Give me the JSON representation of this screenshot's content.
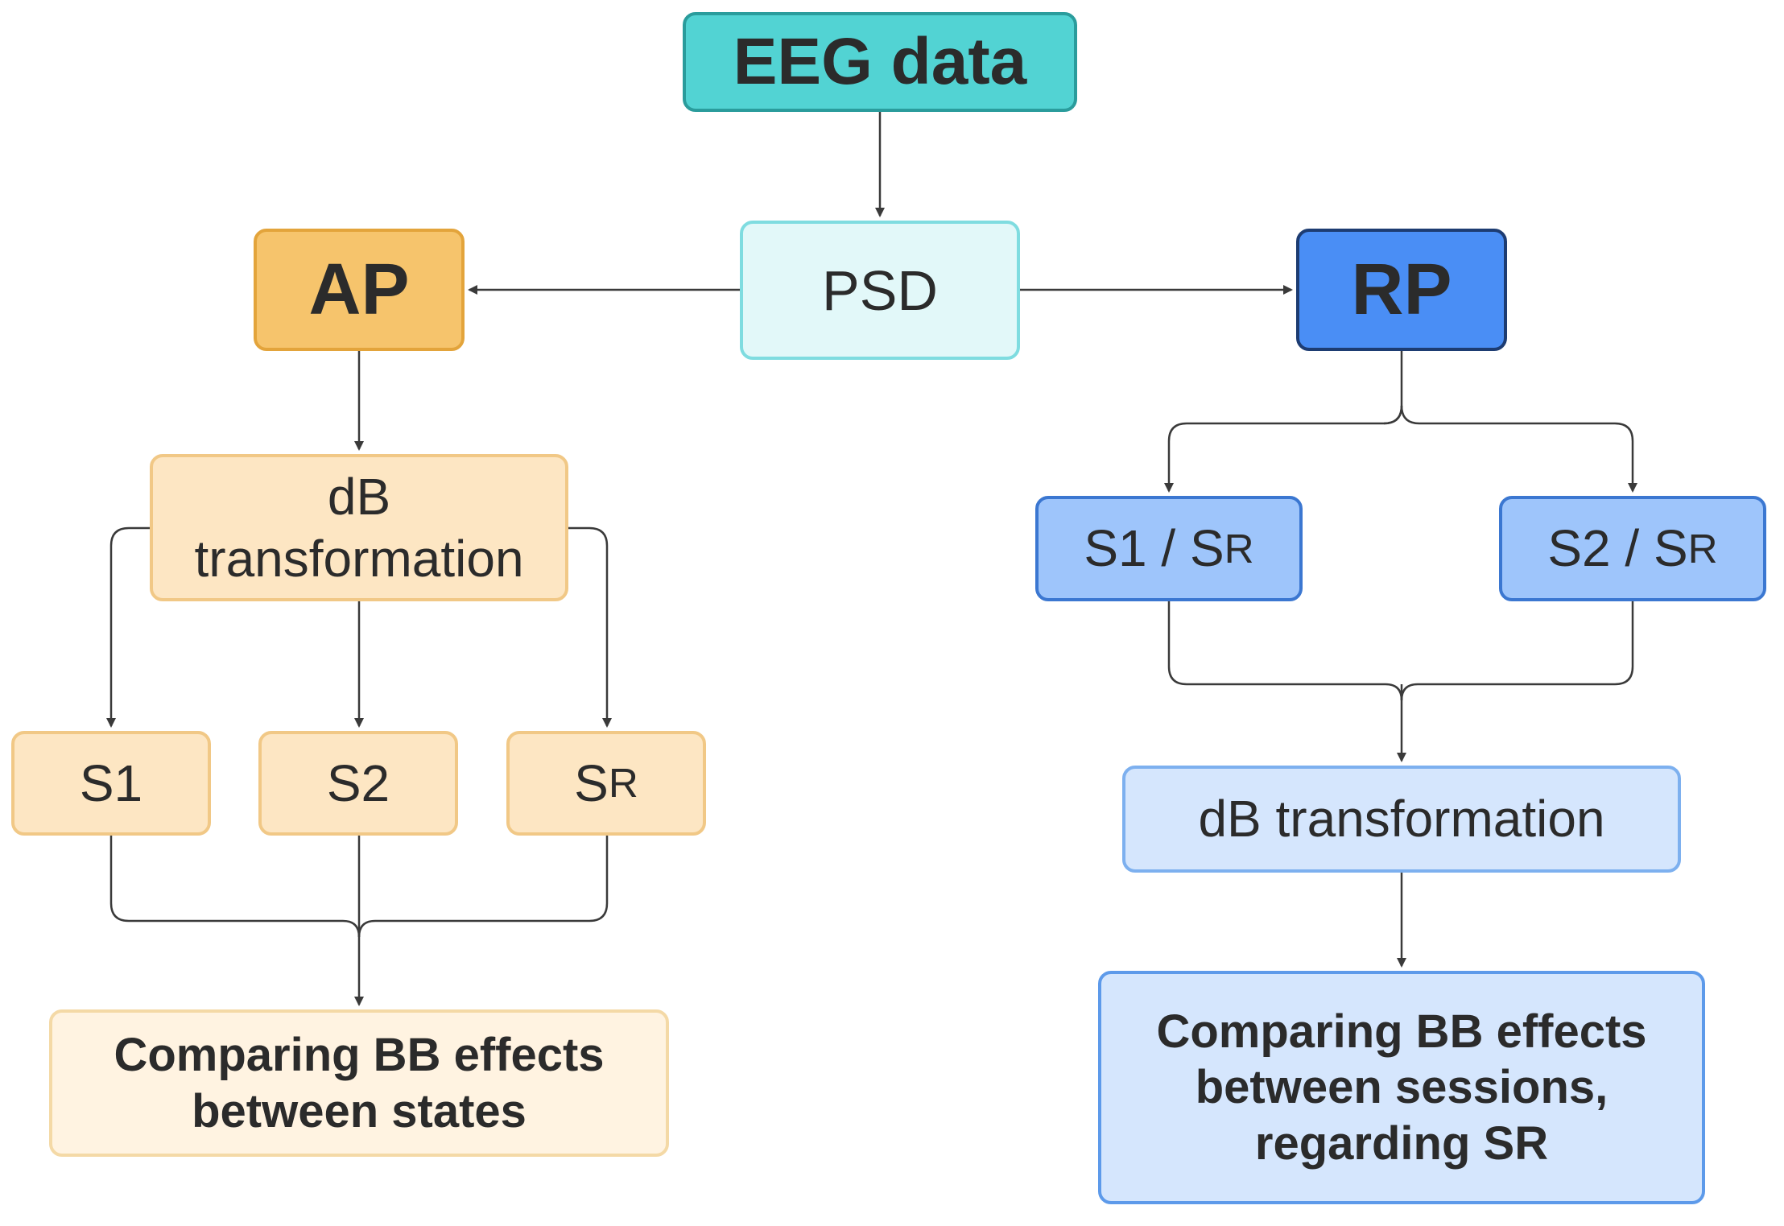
{
  "nodes": {
    "eeg": {
      "label": "EEG data"
    },
    "psd": {
      "label": "PSD"
    },
    "ap": {
      "label": "AP"
    },
    "rp": {
      "label": "RP"
    },
    "db_left": {
      "line1": "dB",
      "line2": "transformation"
    },
    "s1": {
      "label": "S1"
    },
    "s2": {
      "label": "S2"
    },
    "sr": {
      "label": "S",
      "sub": "R"
    },
    "compare_left": {
      "line1": "Comparing BB effects",
      "line2": "between states"
    },
    "s1_sr": {
      "label": "S1 / S",
      "sub": "R"
    },
    "s2_sr": {
      "label": "S2 / S",
      "sub": "R"
    },
    "db_right": {
      "label": "dB transformation"
    },
    "compare_right": {
      "line1": "Comparing BB effects",
      "line2": "between sessions,",
      "line3": "regarding SR"
    }
  },
  "colors": {
    "eeg": "#52d3d3",
    "psd": "#e2f8f9",
    "ap": "#f6c46c",
    "rp": "#4a8ef5",
    "orange_light": "#fde6c3",
    "orange_pale": "#fff3e1",
    "blue_mid": "#9ec5fb",
    "blue_light": "#d5e6fd",
    "connector": "#3a3a3a"
  }
}
